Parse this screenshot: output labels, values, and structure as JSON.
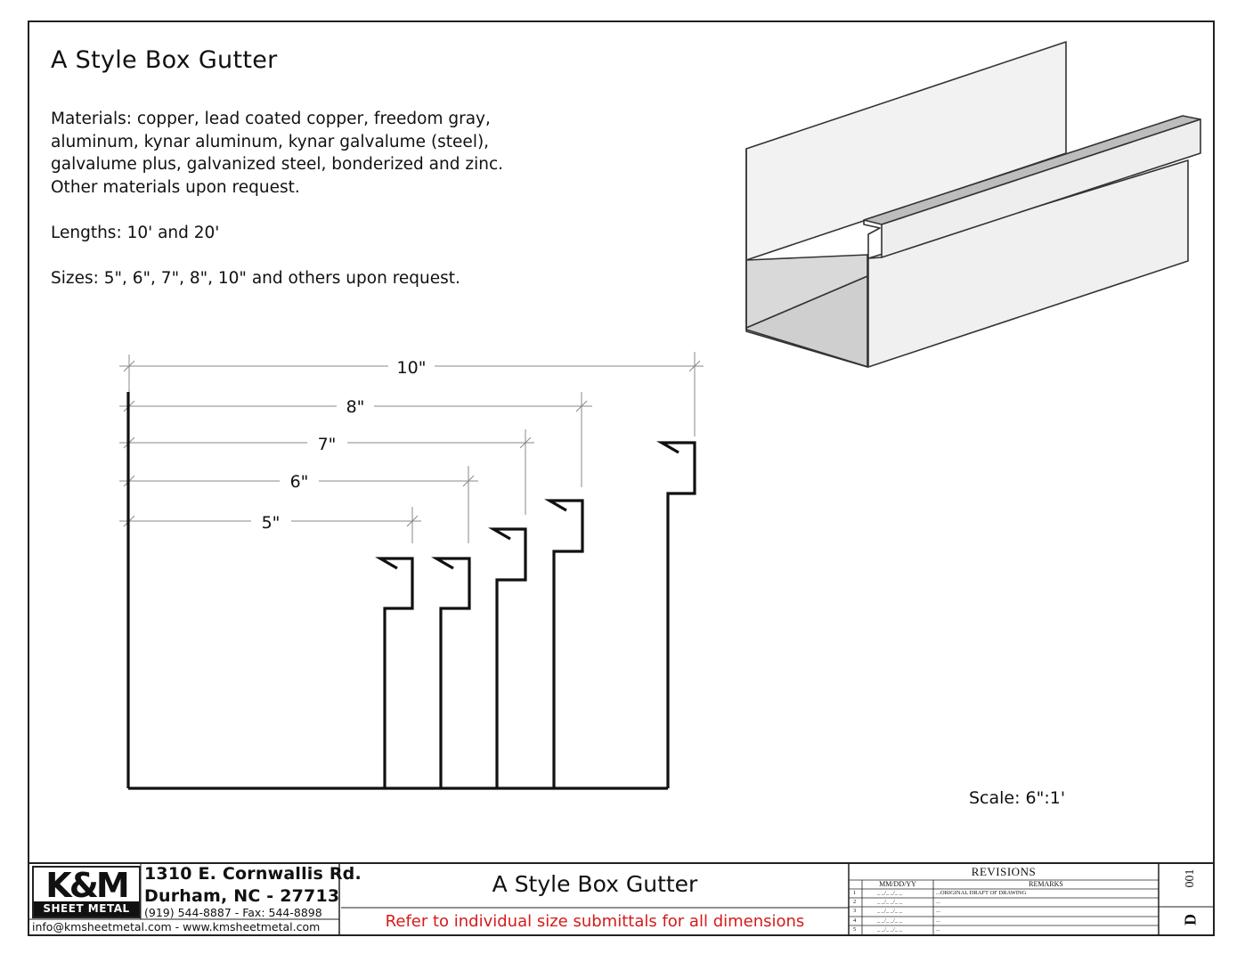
{
  "drawing": {
    "title": "A Style Box Gutter",
    "materials": [
      "Materials: copper, lead coated copper, freedom gray,",
      "aluminum, kynar aluminum, kynar galvalume (steel),",
      "galvalume plus, galvanized steel, bonderized and zinc.",
      "Other materials upon request."
    ],
    "lengths": "Lengths: 10' and 20'",
    "sizes": "Sizes: 5\", 6\", 7\", 8\", 10\" and others upon request.",
    "scale": "Scale: 6\":1'",
    "dimensions": [
      "10\"",
      "8\"",
      "7\"",
      "6\"",
      "5\""
    ]
  },
  "titleblock": {
    "logo_letters": "K&M",
    "logo_sub": "SHEET METAL",
    "address_line1": "1310 E. Cornwallis Rd.",
    "address_line2": "Durham, NC - 27713",
    "phone": "(919) 544-8887 - Fax: 544-8898",
    "contact": "info@kmsheetmetal.com - www.kmsheetmetal.com",
    "title": "A Style Box Gutter",
    "note": "Refer to individual size submittals for all dimensions",
    "note_color": "#d61a1a",
    "revisions": {
      "heading": "REVISIONS",
      "col_date": "MM/DD/YY",
      "col_remarks": "REMARKS",
      "rows": [
        {
          "num": "1",
          "date": "_ _/_ _/_ _",
          "remarks": "...ORIGINAL DRAFT OF DRAWING"
        },
        {
          "num": "2",
          "date": "_ _/_ _/_ _",
          "remarks": "..."
        },
        {
          "num": "3",
          "date": "_ _/_ _/_ _",
          "remarks": "..."
        },
        {
          "num": "4",
          "date": "_ _/_ _/_ _",
          "remarks": "..."
        },
        {
          "num": "5",
          "date": "_ _/_ _/_ _",
          "remarks": "..."
        }
      ]
    },
    "drawing_number": "001",
    "drawing_prefix": "D"
  }
}
